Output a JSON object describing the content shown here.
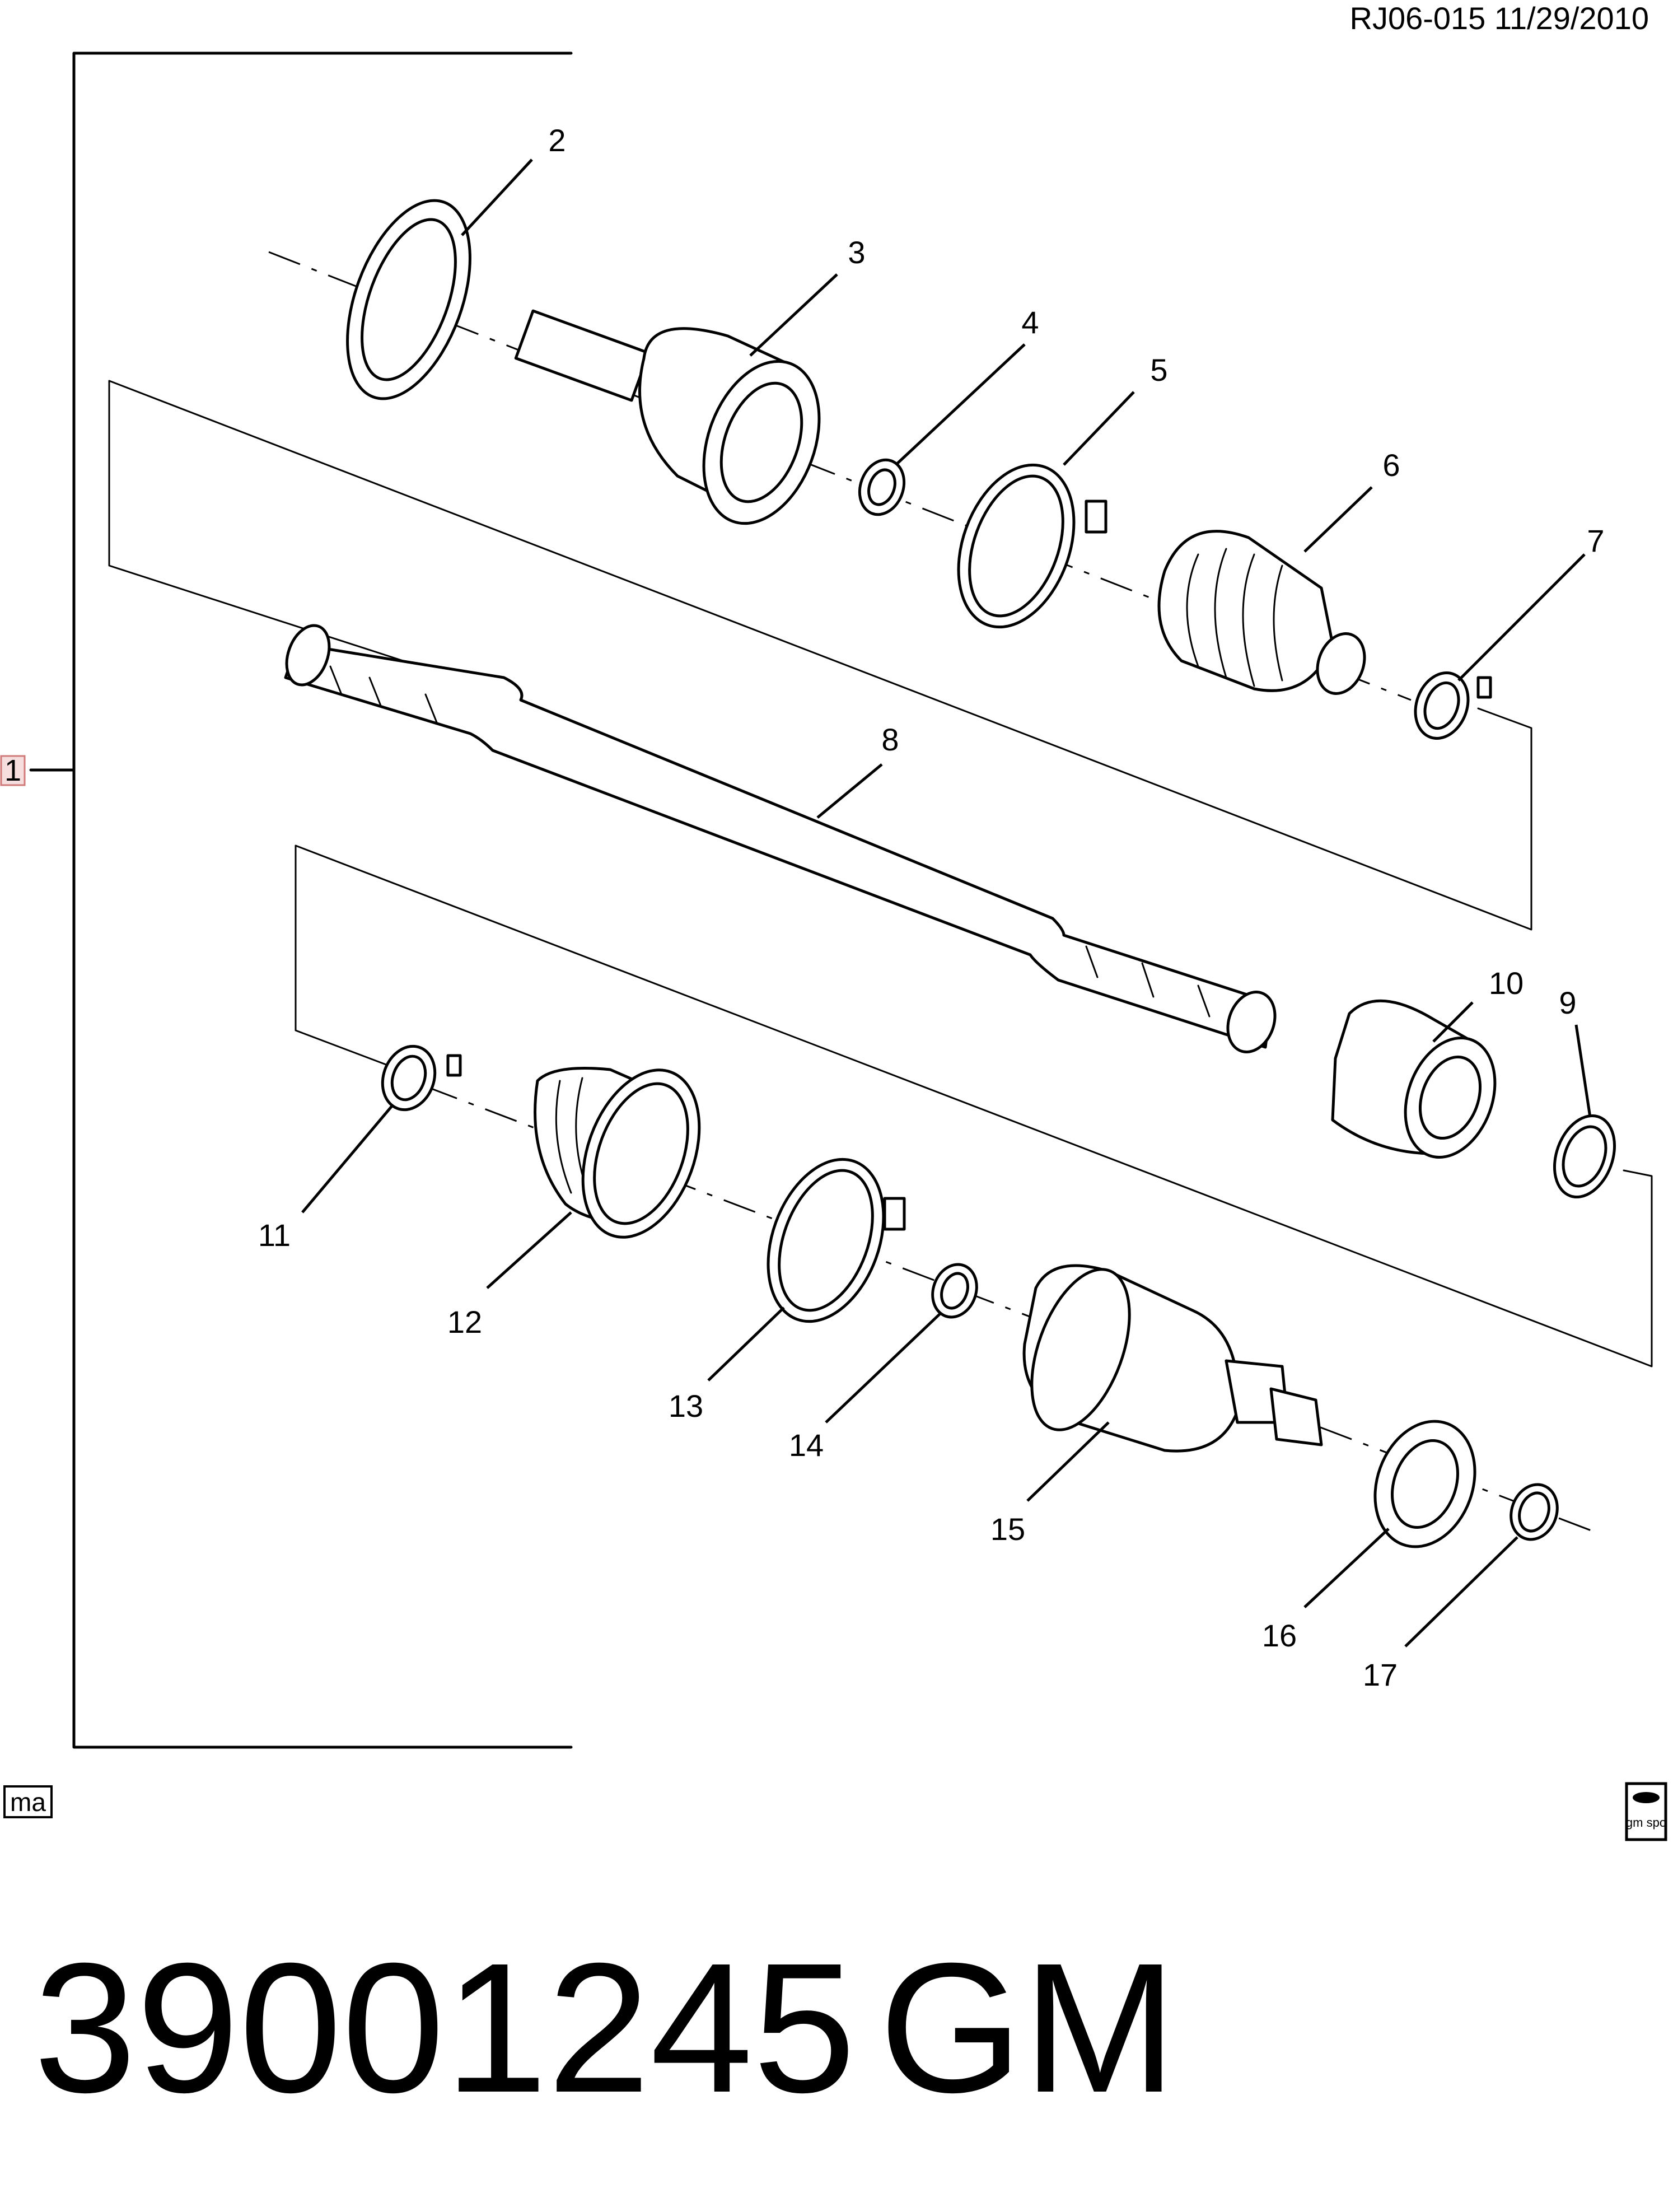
{
  "header": {
    "ref": "RJ06-015  11/29/2010"
  },
  "assembly_label": "1",
  "callouts": [
    {
      "id": "2",
      "label": "2"
    },
    {
      "id": "3",
      "label": "3"
    },
    {
      "id": "4",
      "label": "4"
    },
    {
      "id": "5",
      "label": "5"
    },
    {
      "id": "6",
      "label": "6"
    },
    {
      "id": "7",
      "label": "7"
    },
    {
      "id": "8",
      "label": "8"
    },
    {
      "id": "9",
      "label": "9"
    },
    {
      "id": "10",
      "label": "10"
    },
    {
      "id": "11",
      "label": "11"
    },
    {
      "id": "12",
      "label": "12"
    },
    {
      "id": "13",
      "label": "13"
    },
    {
      "id": "14",
      "label": "14"
    },
    {
      "id": "15",
      "label": "15"
    },
    {
      "id": "16",
      "label": "16"
    },
    {
      "id": "17",
      "label": "17"
    }
  ],
  "footer": {
    "ma_tag": "ma",
    "spo_logo_text": "gm spo",
    "part_number": "39001245",
    "brand": "GM"
  }
}
